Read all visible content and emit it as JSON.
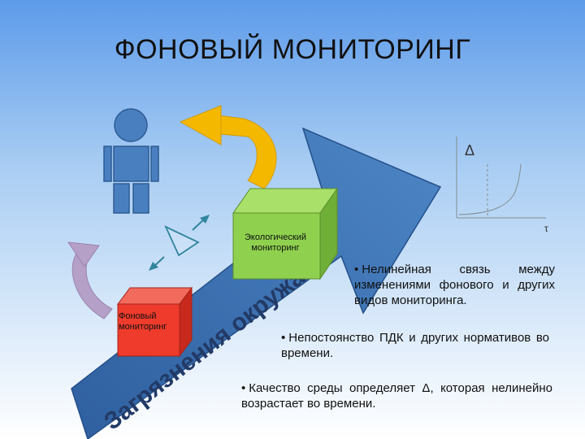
{
  "title": "ФОНОВЫЙ МОНИТОРИНГ",
  "eco_box": {
    "label": "Экологический мониторинг",
    "color": "#8fd14f"
  },
  "bg_box": {
    "label": "Фоновый мониторинг",
    "color": "#ee3b2b"
  },
  "arrow_text": "Загрязнения окружающей среды",
  "graph": {
    "y_label": "Δ",
    "x_label": "τ"
  },
  "bullets": [
    {
      "symbol": "•",
      "text": "Нелинейная связь между изменениями фонового и других видов мониторинга."
    },
    {
      "symbol": "•",
      "text": "Непостоянство ПДК и других нормативов во времени."
    },
    {
      "symbol": "•",
      "text": "Качество среды определяет Δ, которая нелинейно возрастает во времени."
    }
  ],
  "colors": {
    "big_arrow": "#3b6fb3",
    "person": "#4a7fbf",
    "yellow_arrow": "#f5b800",
    "purple_arrow": "#b5a0c8",
    "teal_arrows": "#31859c"
  }
}
